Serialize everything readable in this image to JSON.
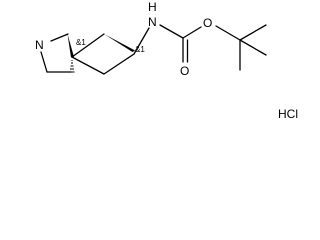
{
  "molecule": {
    "atoms": {
      "ring_nitrogen": "N",
      "amide_nitrogen_h": "H",
      "amide_nitrogen": "N",
      "ether_oxygen": "O",
      "carbonyl_oxygen": "O"
    },
    "stereo_labels": {
      "spiro_center": "&1",
      "ring_carbon": "&1"
    },
    "salt": "HCl"
  }
}
